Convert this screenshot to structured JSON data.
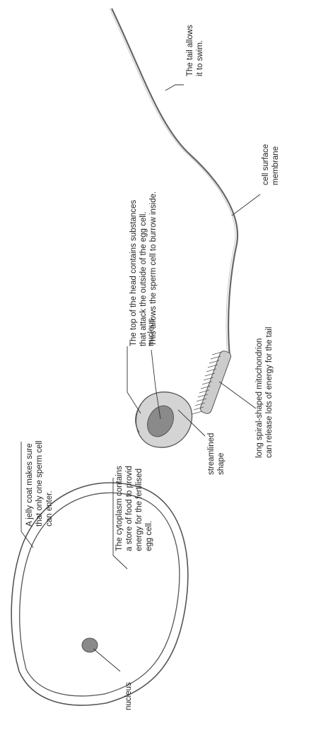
{
  "egg_cell": {
    "jelly_coat_lines": [
      "A jelly coat makes sure",
      "that only one sperm cell",
      "can enter."
    ],
    "cytoplasm_lines": [
      "The cytoplasm contains",
      "a store of food to provid",
      "energy for the fertilised",
      "egg cell."
    ],
    "nucleus_label": "nucleus"
  },
  "sperm_cell": {
    "head_top_lines": [
      "The top of the head contains substances",
      "that attack the outside of the egg cell.",
      "This allows the sperm cell to burrow inside."
    ],
    "nucleus_label": "nucleus",
    "shape_lines": [
      "streamlined",
      "shape"
    ],
    "mitochondrion_lines": [
      "long spiral-shaped mitochondrion",
      "can release lots of energy for the tail"
    ],
    "membrane_lines": [
      "cell surface",
      "membrane"
    ],
    "tail_lines": [
      "The tail allows",
      "it to swim."
    ]
  },
  "colors": {
    "nucleus_fill": "#8a8a8a",
    "head_fill": "#d4d4d4",
    "outline": "#555555",
    "text": "#222222"
  }
}
